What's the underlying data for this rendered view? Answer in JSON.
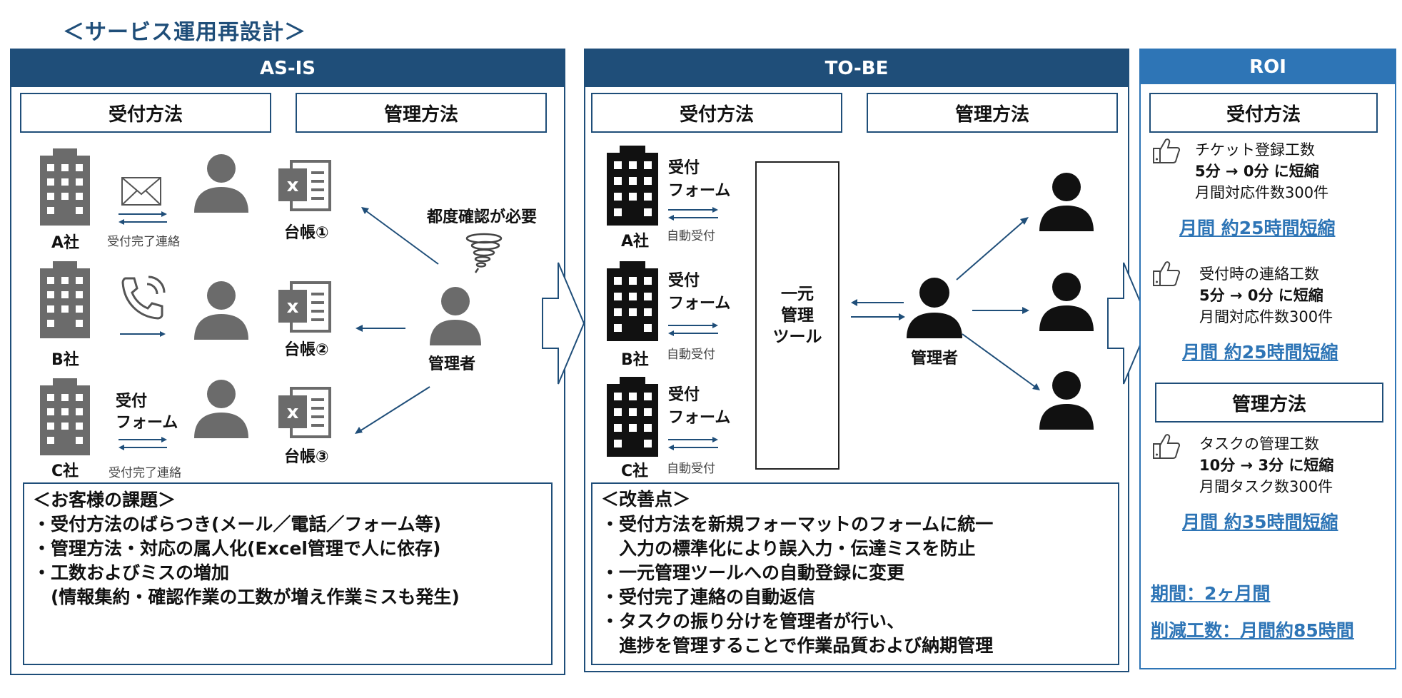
{
  "title": "＜サービス運用再設計＞",
  "asis": {
    "header": "AS-IS",
    "reception": "受付方法",
    "management": "管理方法",
    "company_a": "A社",
    "company_b": "B社",
    "company_c": "C社",
    "form_label_1": "受付",
    "form_label_2": "フォーム",
    "completion_notice_a": "受付完了連絡",
    "completion_notice_c": "受付完了連絡",
    "ledger_1": "台帳①",
    "ledger_2": "台帳②",
    "ledger_3": "台帳③",
    "confirm_needed": "都度確認が必要",
    "manager": "管理者",
    "issues": {
      "heading": "＜お客様の課題＞",
      "lines": [
        "・受付方法のばらつき(メール／電話／フォーム等)",
        "・管理方法・対応の属人化(Excel管理で人に依存)",
        "・工数およびミスの増加",
        "　(情報集約・確認作業の工数が増え作業ミスも発生)"
      ]
    }
  },
  "tobe": {
    "header": "TO-BE",
    "reception": "受付方法",
    "management": "管理方法",
    "company_a": "A社",
    "company_b": "B社",
    "company_c": "C社",
    "form_label_1": "受付",
    "form_label_2": "フォーム",
    "auto_receive": "自動受付",
    "tool_line_1": "一元",
    "tool_line_2": "管理",
    "tool_line_3": "ツール",
    "manager": "管理者",
    "improvements": {
      "heading": "＜改善点＞",
      "lines": [
        "・受付方法を新規フォーマットのフォームに統一",
        "　入力の標準化により誤入力・伝達ミスを防止",
        "・一元管理ツールへの自動登録に変更",
        "・受付完了連絡の自動返信",
        "・タスクの振り分けを管理者が行い、",
        "　進捗を管理することで作業品質および納期管理"
      ]
    }
  },
  "roi": {
    "header": "ROI",
    "reception": "受付方法",
    "management": "管理方法",
    "item1": {
      "name": "チケット登録工数",
      "change": "5分 → 0分 に短縮",
      "volume": "月間対応件数300件",
      "result": "月間 約25時間短縮"
    },
    "item2": {
      "name": "受付時の連絡工数",
      "change": "5分 → 0分 に短縮",
      "volume": "月間対応件数300件",
      "result": "月間 約25時間短縮"
    },
    "item3": {
      "name": "タスクの管理工数",
      "change": "10分 → 3分 に短縮",
      "volume": "月間タスク数300件",
      "result": "月間 約35時間短縮"
    },
    "period": "期間：2ヶ月間",
    "reduction": "削減工数：月間約85時間"
  },
  "colors": {
    "navy": "#1f4e79",
    "roi_blue": "#2e75b6",
    "gray_icon": "#6b6b6b",
    "black_icon": "#111111"
  },
  "icons": [
    "building-icon",
    "person-icon",
    "envelope-icon",
    "phone-icon",
    "excel-ledger-icon",
    "tornado-icon",
    "thumbs-up-icon",
    "block-arrow-icon"
  ]
}
